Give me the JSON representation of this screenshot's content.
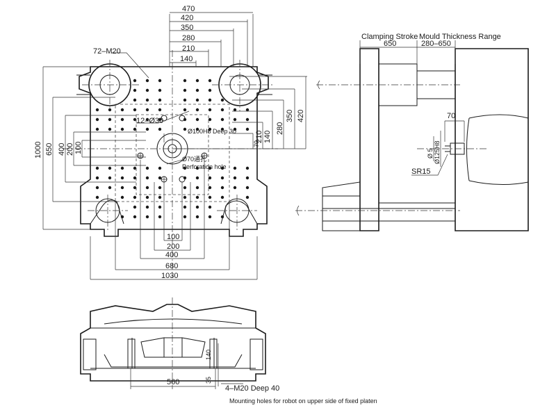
{
  "top_dims": [
    "470",
    "420",
    "350",
    "280",
    "210",
    "140"
  ],
  "right_dims": [
    "70",
    "140",
    "210",
    "280",
    "350",
    "420"
  ],
  "left_dims": [
    "1000",
    "650",
    "400",
    "200",
    "100"
  ],
  "bottom_dims": [
    "100",
    "200",
    "400",
    "680",
    "1030"
  ],
  "labels": {
    "tapped_holes": "72–M20",
    "bolt_holes": "12–Ø30",
    "center_bore": "Ø100H8 Deep 30",
    "perforation": "Ø70通孔",
    "perforation_en": "Perforation hole"
  },
  "side_view": {
    "clamping_stroke": "Clamping Stroke",
    "mould_thickness": "Mould Thickness Range",
    "stroke_value": "650",
    "thickness_value": "280–650",
    "nozzle_dim": "70",
    "nozzle_dia": "Ø125H8",
    "nozzle_small": "Ø 5",
    "radius": "SR15"
  },
  "bottom_view": {
    "height_140": "140",
    "height_35": "35",
    "width_560": "560",
    "robot_holes": "4–M20 Deep 40",
    "caption": "Mounting holes for robot on upper side of fixed platen"
  }
}
